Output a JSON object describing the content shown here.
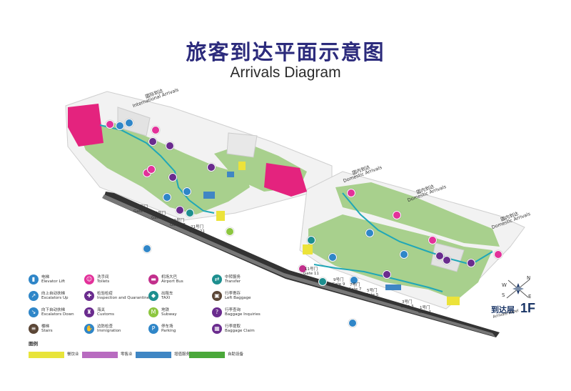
{
  "title_cn": "旅客到达平面示意图",
  "title_en": "Arrivals Diagram",
  "zones": [
    {
      "cn": "国际到达",
      "en": "International Arrivals"
    },
    {
      "cn": "国内到达",
      "en": "Domestic Arrivals"
    },
    {
      "cn": "国内到达",
      "en": "Domestic Arrivals"
    },
    {
      "cn": "国内到达",
      "en": "Domestic Arrivals"
    }
  ],
  "gates": [
    {
      "cn": "27号门",
      "en": "Gate 27"
    },
    {
      "cn": "25号门",
      "en": "Gate 25"
    },
    {
      "cn": "23号门",
      "en": "Gate 23"
    },
    {
      "cn": "21号门",
      "en": "Gate 21"
    },
    {
      "cn": "11号门",
      "en": "Gate 11"
    },
    {
      "cn": "9号门",
      "en": "Gate 9"
    },
    {
      "cn": "7号门",
      "en": "Gate 7"
    },
    {
      "cn": "5号门",
      "en": "Gate 5"
    },
    {
      "cn": "3号门",
      "en": "Gate 3"
    },
    {
      "cn": "1号门",
      "en": "Gate 1"
    }
  ],
  "legend": [
    {
      "cn": "电梯",
      "en": "Elevator Lift",
      "icon": "elevator-icon",
      "glyph": "▮",
      "color": "#2f86c8"
    },
    {
      "cn": "向上自动扶梯",
      "en": "Escalators Up",
      "icon": "escalator-up-icon",
      "glyph": "↗",
      "color": "#2f86c8"
    },
    {
      "cn": "向下自动扶梯",
      "en": "Escalators Down",
      "icon": "escalator-down-icon",
      "glyph": "↘",
      "color": "#2f86c8"
    },
    {
      "cn": "楼梯",
      "en": "Stairs",
      "icon": "stairs-icon",
      "glyph": "≡",
      "color": "#5b4636"
    },
    {
      "cn": "洗手间",
      "en": "Toilets",
      "icon": "toilet-icon",
      "glyph": "☺",
      "color": "#e3319a"
    },
    {
      "cn": "检验检疫",
      "en": "Inspection and Quarantine",
      "icon": "quarantine-icon",
      "glyph": "✚",
      "color": "#6a2c8e"
    },
    {
      "cn": "海关",
      "en": "Customs",
      "icon": "customs-icon",
      "glyph": "♜",
      "color": "#6a2c8e"
    },
    {
      "cn": "边防检查",
      "en": "Immigration",
      "icon": "immigration-icon",
      "glyph": "✋",
      "color": "#2f86c8"
    },
    {
      "cn": "机场大巴",
      "en": "Airport Bus",
      "icon": "bus-icon",
      "glyph": "▬",
      "color": "#c22f8c"
    },
    {
      "cn": "出租车",
      "en": "TAXI",
      "icon": "taxi-icon",
      "glyph": "◆",
      "color": "#1d8f8f"
    },
    {
      "cn": "地铁",
      "en": "Subway",
      "icon": "subway-icon",
      "glyph": "M",
      "color": "#8cc63f"
    },
    {
      "cn": "停车场",
      "en": "Parking",
      "icon": "parking-icon",
      "glyph": "P",
      "color": "#2f86c8"
    },
    {
      "cn": "中转服务",
      "en": "Transfer",
      "icon": "transfer-icon",
      "glyph": "⇄",
      "color": "#1d8f8f"
    },
    {
      "cn": "行李寄存",
      "en": "Left Baggage",
      "icon": "left-baggage-icon",
      "glyph": "▣",
      "color": "#5b4636"
    },
    {
      "cn": "行李查询",
      "en": "Baggage Inquiries",
      "icon": "baggage-inquiry-icon",
      "glyph": "?",
      "color": "#6a2c8e"
    },
    {
      "cn": "行李提取",
      "en": "Baggage Claim",
      "icon": "baggage-claim-icon",
      "glyph": "▦",
      "color": "#6a2c8e"
    }
  ],
  "key_title": "图例",
  "key": [
    {
      "label": "餐饮业",
      "color": "#e8e43a"
    },
    {
      "label": "零售业",
      "color": "#b86bc0"
    },
    {
      "label": "增值服务",
      "color": "#3f86c4"
    },
    {
      "label": "自助设备",
      "color": "#4aa83a"
    }
  ],
  "floor": {
    "cn": "到达层",
    "big": "1F",
    "en": "Arrivals Level"
  },
  "compass": {
    "n": "N",
    "s": "S",
    "e": "E",
    "w": "W"
  },
  "map_markers": [
    {
      "icon": "toilet-icon",
      "color": "#e3319a"
    },
    {
      "icon": "elevator-icon",
      "color": "#2f86c8"
    },
    {
      "icon": "escalator-up-icon",
      "color": "#2f86c8"
    },
    {
      "icon": "baggage-claim-icon",
      "color": "#6a2c8e"
    },
    {
      "icon": "customs-icon",
      "color": "#6a2c8e"
    },
    {
      "icon": "parking-icon",
      "color": "#2f86c8"
    },
    {
      "icon": "transfer-icon",
      "color": "#1d8f8f"
    },
    {
      "icon": "taxi-icon",
      "color": "#1d8f8f"
    },
    {
      "icon": "bus-icon",
      "color": "#c22f8c"
    },
    {
      "icon": "subway-icon",
      "color": "#8cc63f"
    }
  ]
}
